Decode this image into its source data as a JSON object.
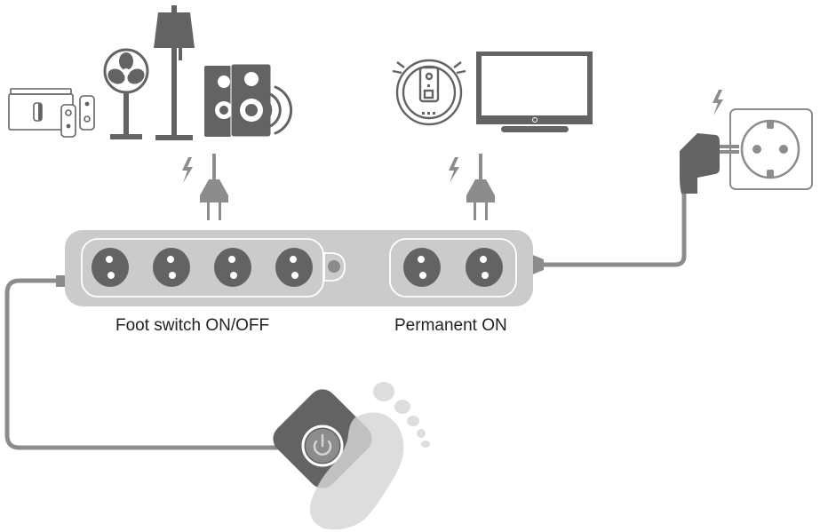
{
  "title": "Power strip with foot switch connection diagram",
  "labels": {
    "switched_group": "Foot switch ON/OFF",
    "permanent_group": "Permanent ON"
  },
  "power_strip": {
    "switched_socket_count": 4,
    "permanent_socket_count": 2
  },
  "devices": {
    "switched": [
      "game-console",
      "fan",
      "floor-lamp",
      "speakers"
    ],
    "permanent": [
      "robot-vacuum",
      "television"
    ]
  },
  "colors": {
    "dark": "#636363",
    "cable": "#8c8c8c",
    "strip_body": "#cbcbcb",
    "foot": "#d5d5d5",
    "text": "#231f20"
  }
}
